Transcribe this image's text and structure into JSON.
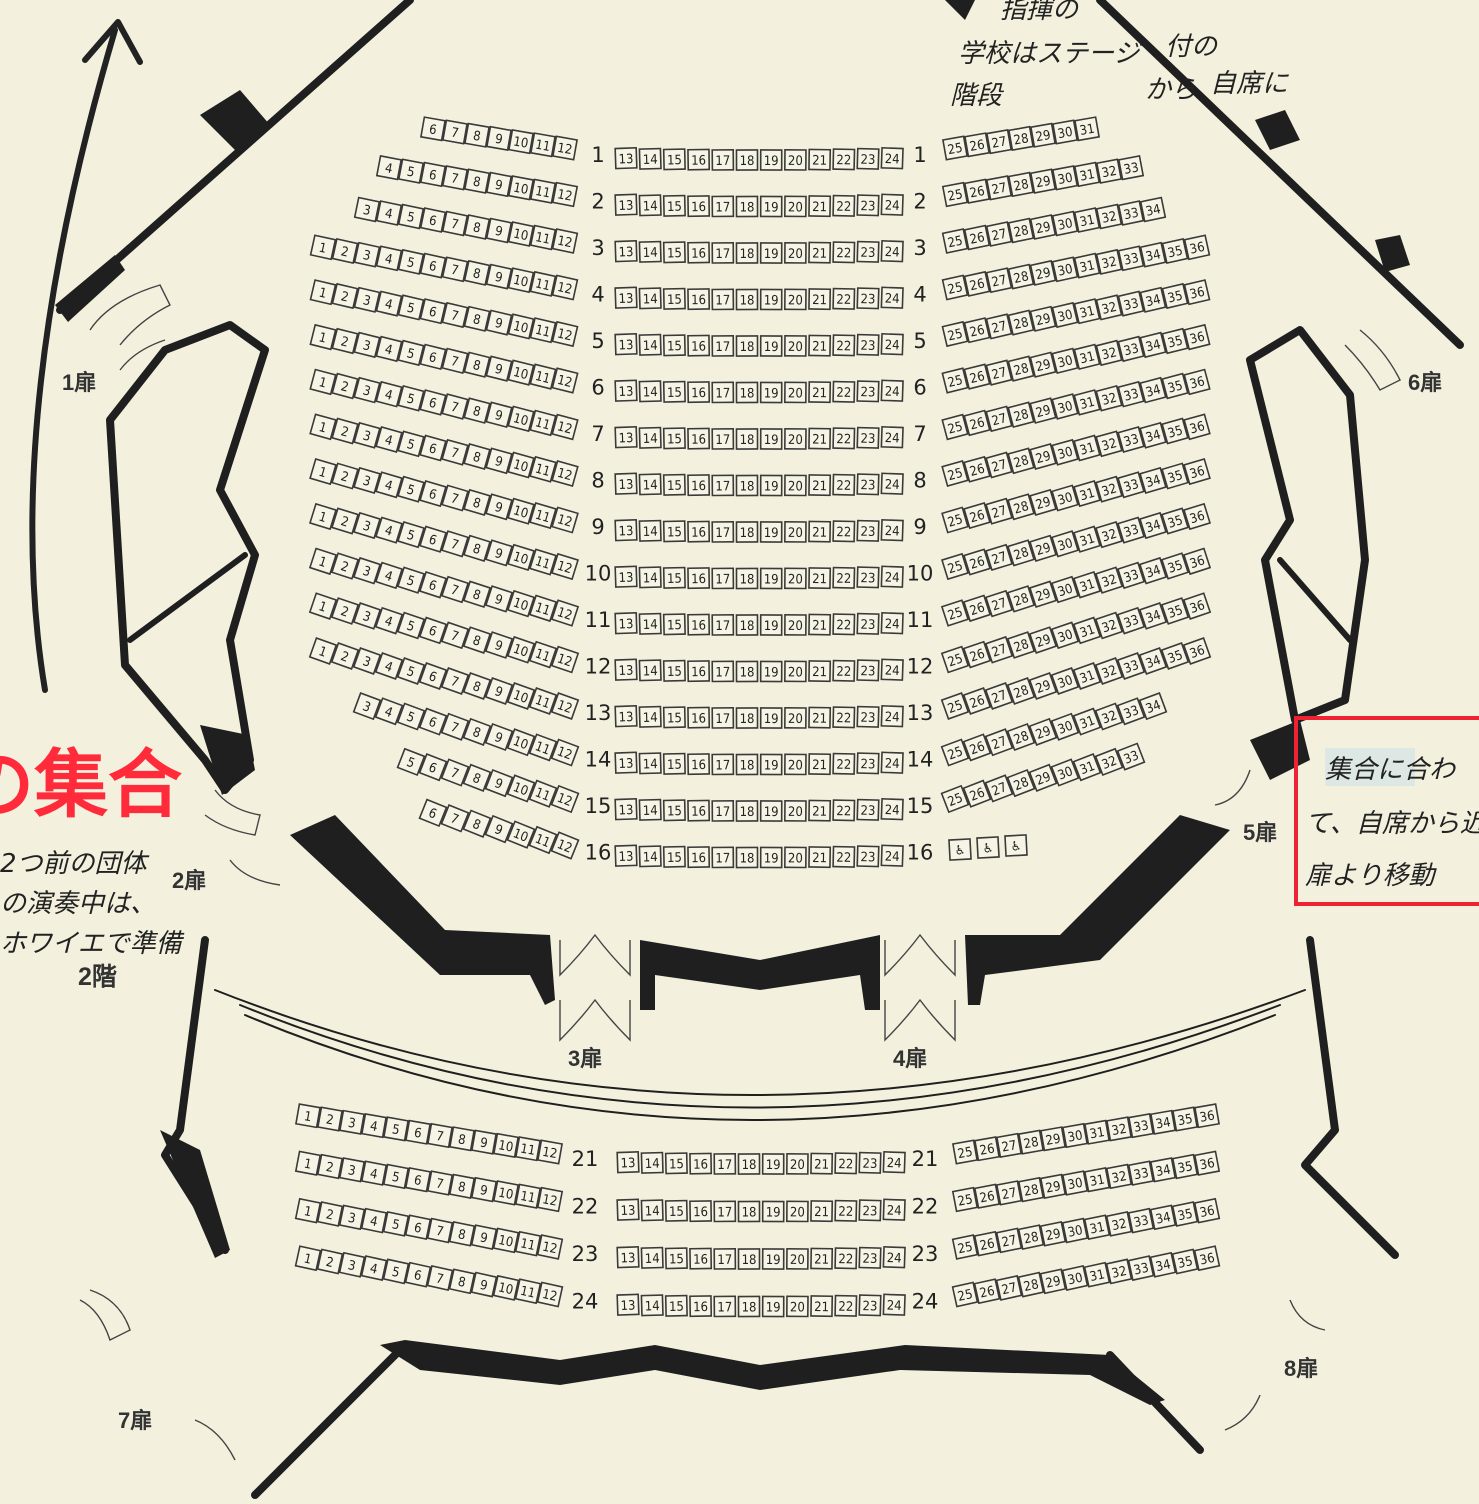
{
  "notes": {
    "top_right_line1": "指揮の",
    "top_right_line2": "学校はステージ",
    "top_right_line3": "付の",
    "top_right_line4": "階段",
    "top_right_line5": "から",
    "top_right_line6": "自席に",
    "left_big": "の集合",
    "left_line1": "2つ前の団体",
    "left_line2": "の演奏中は、",
    "left_line3": "ホワイエで準備",
    "right_box_line1": "集合に合わ",
    "right_box_line2": "て、自席から近",
    "right_box_line3": "扉より移動",
    "floor2": "2階"
  },
  "doors": {
    "d1": "1扉",
    "d2": "2扉",
    "d3": "3扉",
    "d4": "4扉",
    "d5": "5扉",
    "d6": "6扉",
    "d7": "7扉",
    "d8": "8扉"
  },
  "colors": {
    "red_note": "#ff2a3a",
    "wall": "#1f1f1f",
    "paper": "#f3f1de"
  },
  "rows_main": [
    {
      "label": "1",
      "left": [
        6,
        12
      ],
      "right": [
        25,
        31
      ]
    },
    {
      "label": "2",
      "left": [
        4,
        12
      ],
      "right": [
        25,
        33
      ]
    },
    {
      "label": "3",
      "left": [
        3,
        12
      ],
      "right": [
        25,
        34
      ]
    },
    {
      "label": "4",
      "left": [
        1,
        12
      ],
      "right": [
        25,
        36
      ]
    },
    {
      "label": "5",
      "left": [
        1,
        12
      ],
      "right": [
        25,
        36
      ]
    },
    {
      "label": "6",
      "left": [
        1,
        12
      ],
      "right": [
        25,
        36
      ]
    },
    {
      "label": "7",
      "left": [
        1,
        12
      ],
      "right": [
        25,
        36
      ]
    },
    {
      "label": "8",
      "left": [
        1,
        12
      ],
      "right": [
        25,
        36
      ]
    },
    {
      "label": "9",
      "left": [
        1,
        12
      ],
      "right": [
        25,
        36
      ]
    },
    {
      "label": "10",
      "left": [
        1,
        12
      ],
      "right": [
        25,
        36
      ]
    },
    {
      "label": "11",
      "left": [
        1,
        12
      ],
      "right": [
        25,
        36
      ]
    },
    {
      "label": "12",
      "left": [
        1,
        12
      ],
      "right": [
        25,
        36
      ]
    },
    {
      "label": "13",
      "left": [
        1,
        12
      ],
      "right": [
        25,
        36
      ]
    },
    {
      "label": "14",
      "left": [
        3,
        12
      ],
      "right": [
        25,
        34
      ]
    },
    {
      "label": "15",
      "left": [
        5,
        12
      ],
      "right": [
        25,
        33
      ]
    },
    {
      "label": "16",
      "left": [
        6,
        12
      ],
      "right": null,
      "accessible": [
        "♿",
        "♿",
        "♿"
      ]
    }
  ],
  "rows_upper": [
    {
      "label": "21",
      "left": [
        1,
        12
      ],
      "right": [
        25,
        36
      ]
    },
    {
      "label": "22",
      "left": [
        1,
        12
      ],
      "right": [
        25,
        36
      ]
    },
    {
      "label": "23",
      "left": [
        1,
        12
      ],
      "right": [
        25,
        36
      ]
    },
    {
      "label": "24",
      "left": [
        1,
        12
      ],
      "right": [
        25,
        36
      ]
    }
  ],
  "center_range": [
    13,
    24
  ]
}
